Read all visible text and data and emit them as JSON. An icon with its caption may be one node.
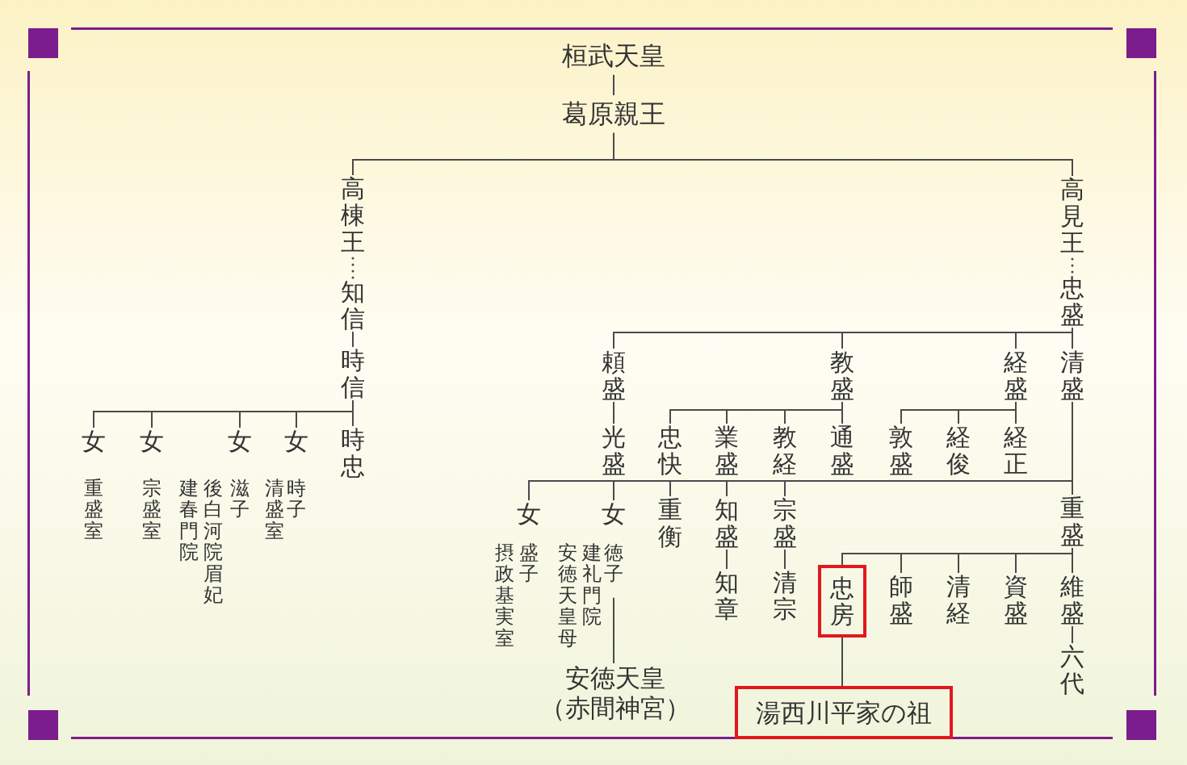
{
  "diagram": {
    "nodes": [
      {
        "text": [
          "桓武天皇"
        ]
      },
      {
        "text": [
          "葛原親王"
        ]
      },
      {
        "text": [
          "高棟王"
        ]
      },
      {
        "text": [
          "知信"
        ]
      },
      {
        "text": [
          "時信"
        ]
      },
      {
        "text": [
          "女"
        ],
        "beside": [
          "重盛室"
        ]
      },
      {
        "text": [
          "女"
        ],
        "beside": [
          "宗盛室"
        ]
      },
      {
        "text": [
          "女"
        ],
        "beside": [
          "滋子",
          "後白河院眉妃",
          "建春門院"
        ]
      },
      {
        "text": [
          "女"
        ],
        "beside": [
          "時子",
          "清盛室"
        ]
      },
      {
        "text": [
          "時忠"
        ]
      },
      {
        "text": [
          "高見王"
        ]
      },
      {
        "text": [
          "忠盛"
        ]
      },
      {
        "text": [
          "頼盛"
        ]
      },
      {
        "text": [
          "教盛"
        ]
      },
      {
        "text": [
          "経盛"
        ]
      },
      {
        "text": [
          "清盛"
        ]
      },
      {
        "text": [
          "光盛"
        ]
      },
      {
        "text": [
          "忠快"
        ]
      },
      {
        "text": [
          "業盛"
        ]
      },
      {
        "text": [
          "教経"
        ]
      },
      {
        "text": [
          "通盛"
        ]
      },
      {
        "text": [
          "敦盛"
        ]
      },
      {
        "text": [
          "経俊"
        ]
      },
      {
        "text": [
          "経正"
        ]
      },
      {
        "text": [
          "女"
        ],
        "beside": [
          "盛子",
          "摂政基実室"
        ]
      },
      {
        "text": [
          "女"
        ],
        "beside": [
          "徳子",
          "建礼門院",
          "安徳天皇母"
        ]
      },
      {
        "text": [
          "重衡"
        ]
      },
      {
        "text": [
          "知盛"
        ]
      },
      {
        "text": [
          "宗盛"
        ]
      },
      {
        "text": [
          "重盛"
        ]
      },
      {
        "text": [
          "知章"
        ]
      },
      {
        "text": [
          "清宗"
        ]
      },
      {
        "text": [
          "忠房"
        ]
      },
      {
        "text": [
          "師盛"
        ]
      },
      {
        "text": [
          "清経"
        ]
      },
      {
        "text": [
          "資盛"
        ]
      },
      {
        "text": [
          "維盛"
        ]
      },
      {
        "text": [
          "六代"
        ]
      },
      {
        "text": [
          "安徳天皇",
          "（赤間神宮）"
        ]
      },
      {
        "text": [
          "湯西川平家の祖"
        ]
      }
    ],
    "edges": [
      {
        "from": 0,
        "to": 1,
        "arrow": "none"
      },
      {
        "from": 1,
        "to": 2,
        "arrow": "none"
      },
      {
        "from": 1,
        "to": 10,
        "arrow": "none"
      },
      {
        "from": 2,
        "to": 3,
        "arrow": "none",
        "style": "dashed"
      },
      {
        "from": 3,
        "to": 4,
        "arrow": "none"
      },
      {
        "from": 4,
        "to": 5,
        "arrow": "none"
      },
      {
        "from": 4,
        "to": 6,
        "arrow": "none"
      },
      {
        "from": 4,
        "to": 7,
        "arrow": "none"
      },
      {
        "from": 4,
        "to": 8,
        "arrow": "none"
      },
      {
        "from": 4,
        "to": 9,
        "arrow": "none"
      },
      {
        "from": 10,
        "to": 11,
        "arrow": "none",
        "style": "dashed"
      },
      {
        "from": 11,
        "to": 12,
        "arrow": "none"
      },
      {
        "from": 11,
        "to": 13,
        "arrow": "none"
      },
      {
        "from": 11,
        "to": 14,
        "arrow": "none"
      },
      {
        "from": 11,
        "to": 15,
        "arrow": "none"
      },
      {
        "from": 12,
        "to": 16,
        "arrow": "none"
      },
      {
        "from": 13,
        "to": 17,
        "arrow": "none"
      },
      {
        "from": 13,
        "to": 18,
        "arrow": "none"
      },
      {
        "from": 13,
        "to": 19,
        "arrow": "none"
      },
      {
        "from": 13,
        "to": 20,
        "arrow": "none"
      },
      {
        "from": 14,
        "to": 21,
        "arrow": "none"
      },
      {
        "from": 14,
        "to": 22,
        "arrow": "none"
      },
      {
        "from": 14,
        "to": 23,
        "arrow": "none"
      },
      {
        "from": 15,
        "to": 24,
        "arrow": "none"
      },
      {
        "from": 15,
        "to": 25,
        "arrow": "none"
      },
      {
        "from": 15,
        "to": 26,
        "arrow": "none"
      },
      {
        "from": 15,
        "to": 27,
        "arrow": "none"
      },
      {
        "from": 15,
        "to": 28,
        "arrow": "none"
      },
      {
        "from": 15,
        "to": 29,
        "arrow": "none"
      },
      {
        "from": 27,
        "to": 30,
        "arrow": "none"
      },
      {
        "from": 28,
        "to": 31,
        "arrow": "none"
      },
      {
        "from": 29,
        "to": 32,
        "arrow": "none"
      },
      {
        "from": 29,
        "to": 33,
        "arrow": "none"
      },
      {
        "from": 29,
        "to": 34,
        "arrow": "none"
      },
      {
        "from": 29,
        "to": 35,
        "arrow": "none"
      },
      {
        "from": 29,
        "to": 36,
        "arrow": "none"
      },
      {
        "from": 36,
        "to": 37,
        "arrow": "none"
      },
      {
        "from": 25,
        "to": 38,
        "arrow": "none"
      },
      {
        "from": 32,
        "to": 39,
        "arrow": "none"
      }
    ]
  }
}
